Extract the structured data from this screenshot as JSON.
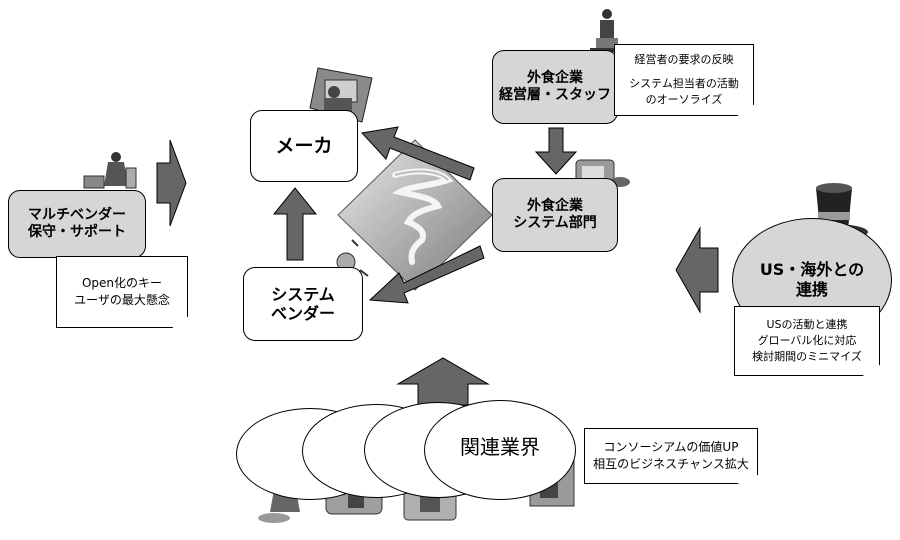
{
  "nodes": {
    "maker": "メーカ",
    "vendor_line1": "システム",
    "vendor_line2": "ベンダー",
    "restaurant_mgmt_line1": "外食企業",
    "restaurant_mgmt_line2": "経営層・スタッフ",
    "restaurant_system_line1": "外食企業",
    "restaurant_system_line2": "システム部門",
    "multivendor_line1": "マルチベンダー",
    "multivendor_line2": "保守・サポート",
    "us_line1": "US・海外との",
    "us_line2": "連携",
    "industry": "関連業界"
  },
  "notes": {
    "mgmt": [
      "経営者の要求の反映",
      "システム担当者の活動",
      "のオーソライズ"
    ],
    "multivendor": [
      "Open化のキー",
      "ユーザの最大懸念"
    ],
    "us": [
      "USの活動と連携",
      "グローバル化に対応",
      "検討期間のミニマイズ"
    ],
    "industry": [
      "コンソーシアムの価値UP",
      "相互のビジネスチャンス拡大"
    ]
  },
  "colors": {
    "arrow": "#666666",
    "box_gray": "#d6d6d6",
    "box_white": "#ffffff",
    "diamond_dark": "#7a7a7a",
    "diamond_light": "#ebebeb"
  },
  "icons": [
    "tornado-diamond-graphic",
    "office-worker-clipart",
    "technician-clipart",
    "top-hat-clipart",
    "computer-clipart",
    "businessman-clipart"
  ]
}
